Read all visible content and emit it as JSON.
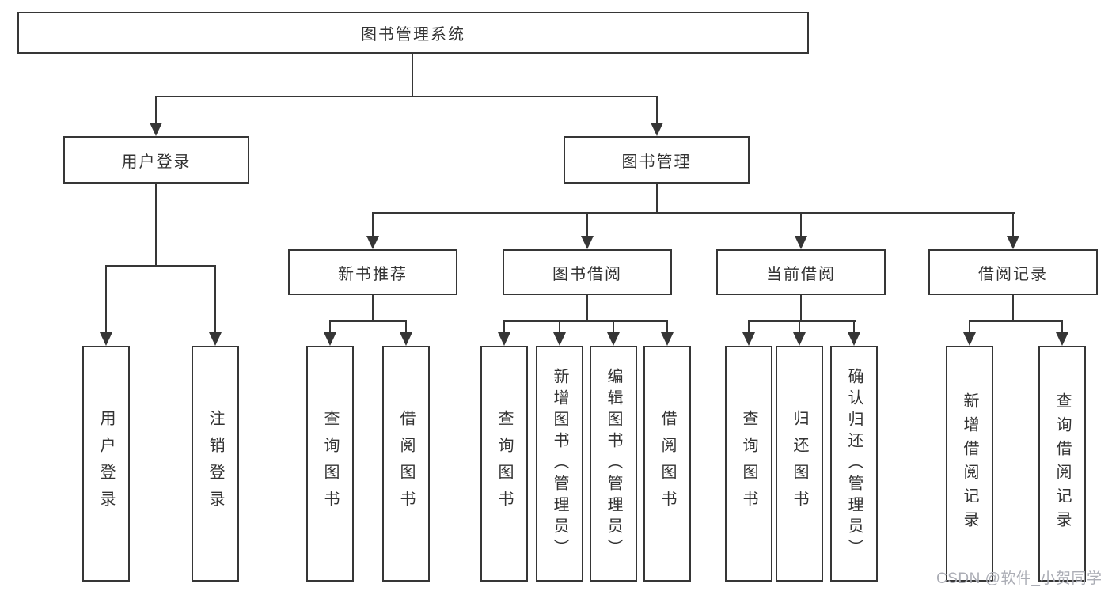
{
  "colors": {
    "line": "#363636",
    "node_border": "#363636",
    "node_text": "#333333",
    "background": "#ffffff",
    "watermark_text_color": "#abadb5"
  },
  "root": {
    "label": "图书管理系统"
  },
  "level2": {
    "user_login": {
      "label": "用户登录"
    },
    "book_mgmt": {
      "label": "图书管理"
    }
  },
  "level3": {
    "new_books": {
      "label": "新书推荐"
    },
    "borrowing": {
      "label": "图书借阅"
    },
    "current": {
      "label": "当前借阅"
    },
    "records": {
      "label": "借阅记录"
    }
  },
  "leaves": {
    "user": [
      {
        "label": "用户登录"
      },
      {
        "label": "注销登录"
      }
    ],
    "new_books": [
      {
        "label": "查询图书"
      },
      {
        "label": "借阅图书"
      }
    ],
    "borrowing": [
      {
        "label": "查询图书"
      },
      {
        "label": "新增图书（管理员）"
      },
      {
        "label": "编辑图书（管理员）"
      },
      {
        "label": "借阅图书"
      }
    ],
    "current": [
      {
        "label": "查询图书"
      },
      {
        "label": "归还图书"
      },
      {
        "label": "确认归还（管理员）"
      }
    ],
    "records": [
      {
        "label": "新增借阅记录"
      },
      {
        "label": "查询借阅记录"
      }
    ]
  },
  "watermark": {
    "text": "CSDN @软件_小贺同学"
  }
}
